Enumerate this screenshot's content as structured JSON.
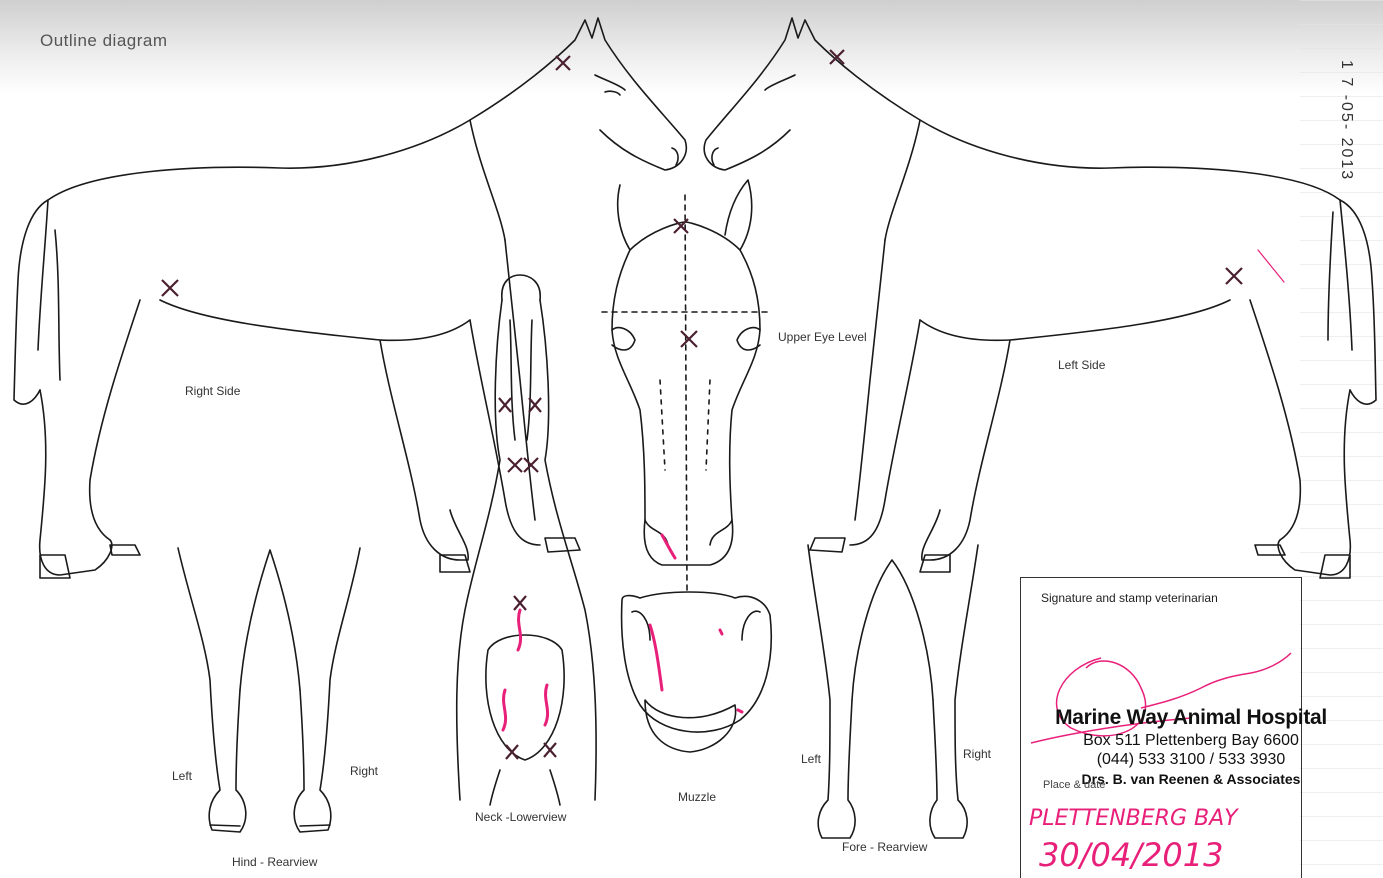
{
  "title": "Outline diagram",
  "labels": {
    "right_side": "Right Side",
    "left_side": "Left Side",
    "upper_eye_level": "Upper Eye Level",
    "neck_lowerview": "Neck -Lowerview",
    "muzzle": "Muzzle",
    "hind_rearview": "Hind - Rearview",
    "fore_rearview": "Fore - Rearview",
    "hind_left": "Left",
    "hind_right": "Right",
    "fore_left": "Left",
    "fore_right": "Right"
  },
  "stamp_box": {
    "caption": "Signature and stamp veterinarian",
    "place_label": "Place & date",
    "clinic_name": "Marine Way Animal Hospital",
    "address": "Box 511 Plettenberg Bay 6600",
    "phone": "(044) 533 3100 / 533 3930",
    "doctors": "Drs. B. van Reenen & Associates",
    "handwritten_place": "PLETTENBERG BAY",
    "handwritten_date": "30/04/2013"
  },
  "margin_text": "1 7 -05- 2013",
  "colors": {
    "line": "#1a1a1a",
    "mark": "#4a2030",
    "ink_pink": "#e8207a"
  }
}
